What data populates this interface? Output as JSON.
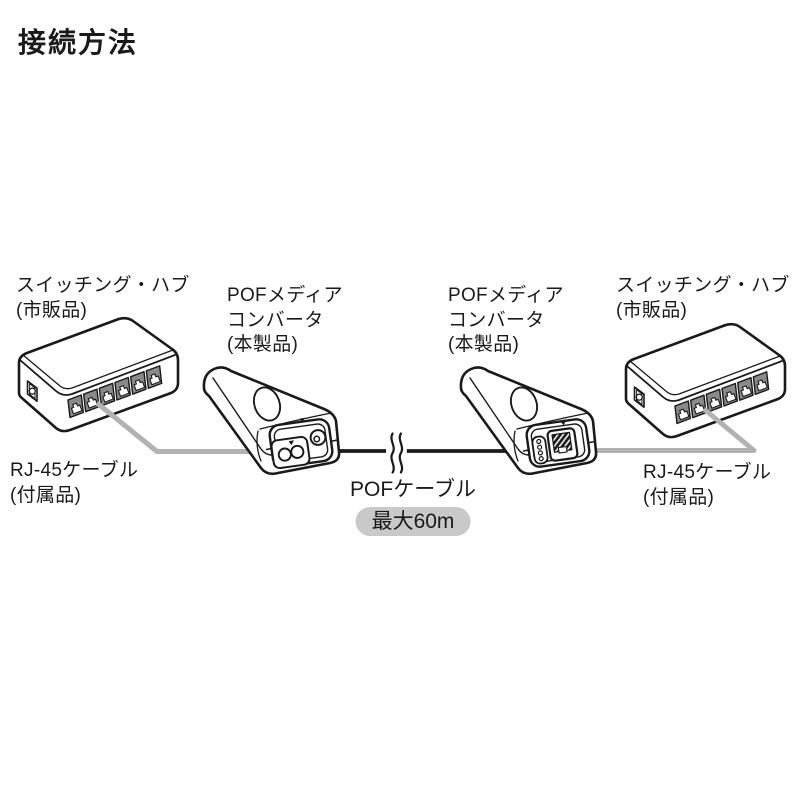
{
  "title": "接続方法",
  "diagram": {
    "hub_left": {
      "name_line": "スイッチング・ハブ",
      "note_line": "(市販品)"
    },
    "converter_left": {
      "line1": "POFメディア",
      "line2": "コンバータ",
      "line3": "(本製品)"
    },
    "converter_right": {
      "line1": "POFメディア",
      "line2": "コンバータ",
      "line3": "(本製品)"
    },
    "hub_right": {
      "name_line": "スイッチング・ハブ",
      "note_line": "(市販品)"
    },
    "cable_rj45_left": {
      "line1": "RJ-45ケーブル",
      "line2": "(付属品)"
    },
    "cable_rj45_right": {
      "line1": "RJ-45ケーブル",
      "line2": "(付属品)"
    },
    "cable_pof": {
      "label": "POFケーブル",
      "badge": "最大60m"
    }
  },
  "colors": {
    "background": "#ffffff",
    "line": "#1a1a1a",
    "port_gray": "#8a8a8a",
    "cable_gray": "#b2b2b2",
    "badge_bg": "#c9c9c9"
  }
}
